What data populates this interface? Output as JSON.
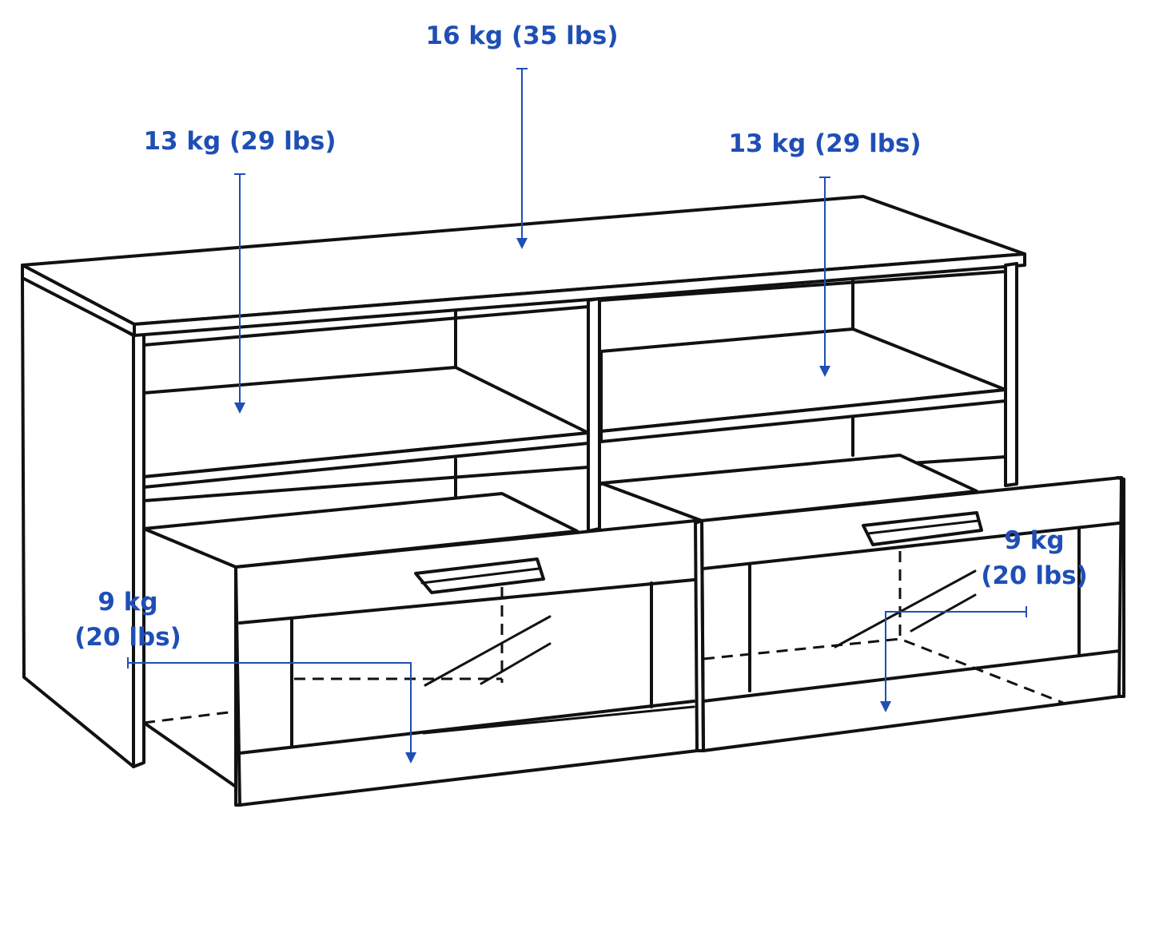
{
  "colors": {
    "accent": "#1f4fb5",
    "line": "#111111",
    "background": "#ffffff"
  },
  "loads": {
    "top": "16 kg (35 lbs)",
    "shelf_left": "13 kg (29 lbs)",
    "shelf_right": "13 kg (29 lbs)",
    "drawer_left": {
      "kg": "9 kg",
      "lbs": "(20 lbs)"
    },
    "drawer_right": {
      "kg": "9 kg",
      "lbs": "(20 lbs)"
    }
  }
}
